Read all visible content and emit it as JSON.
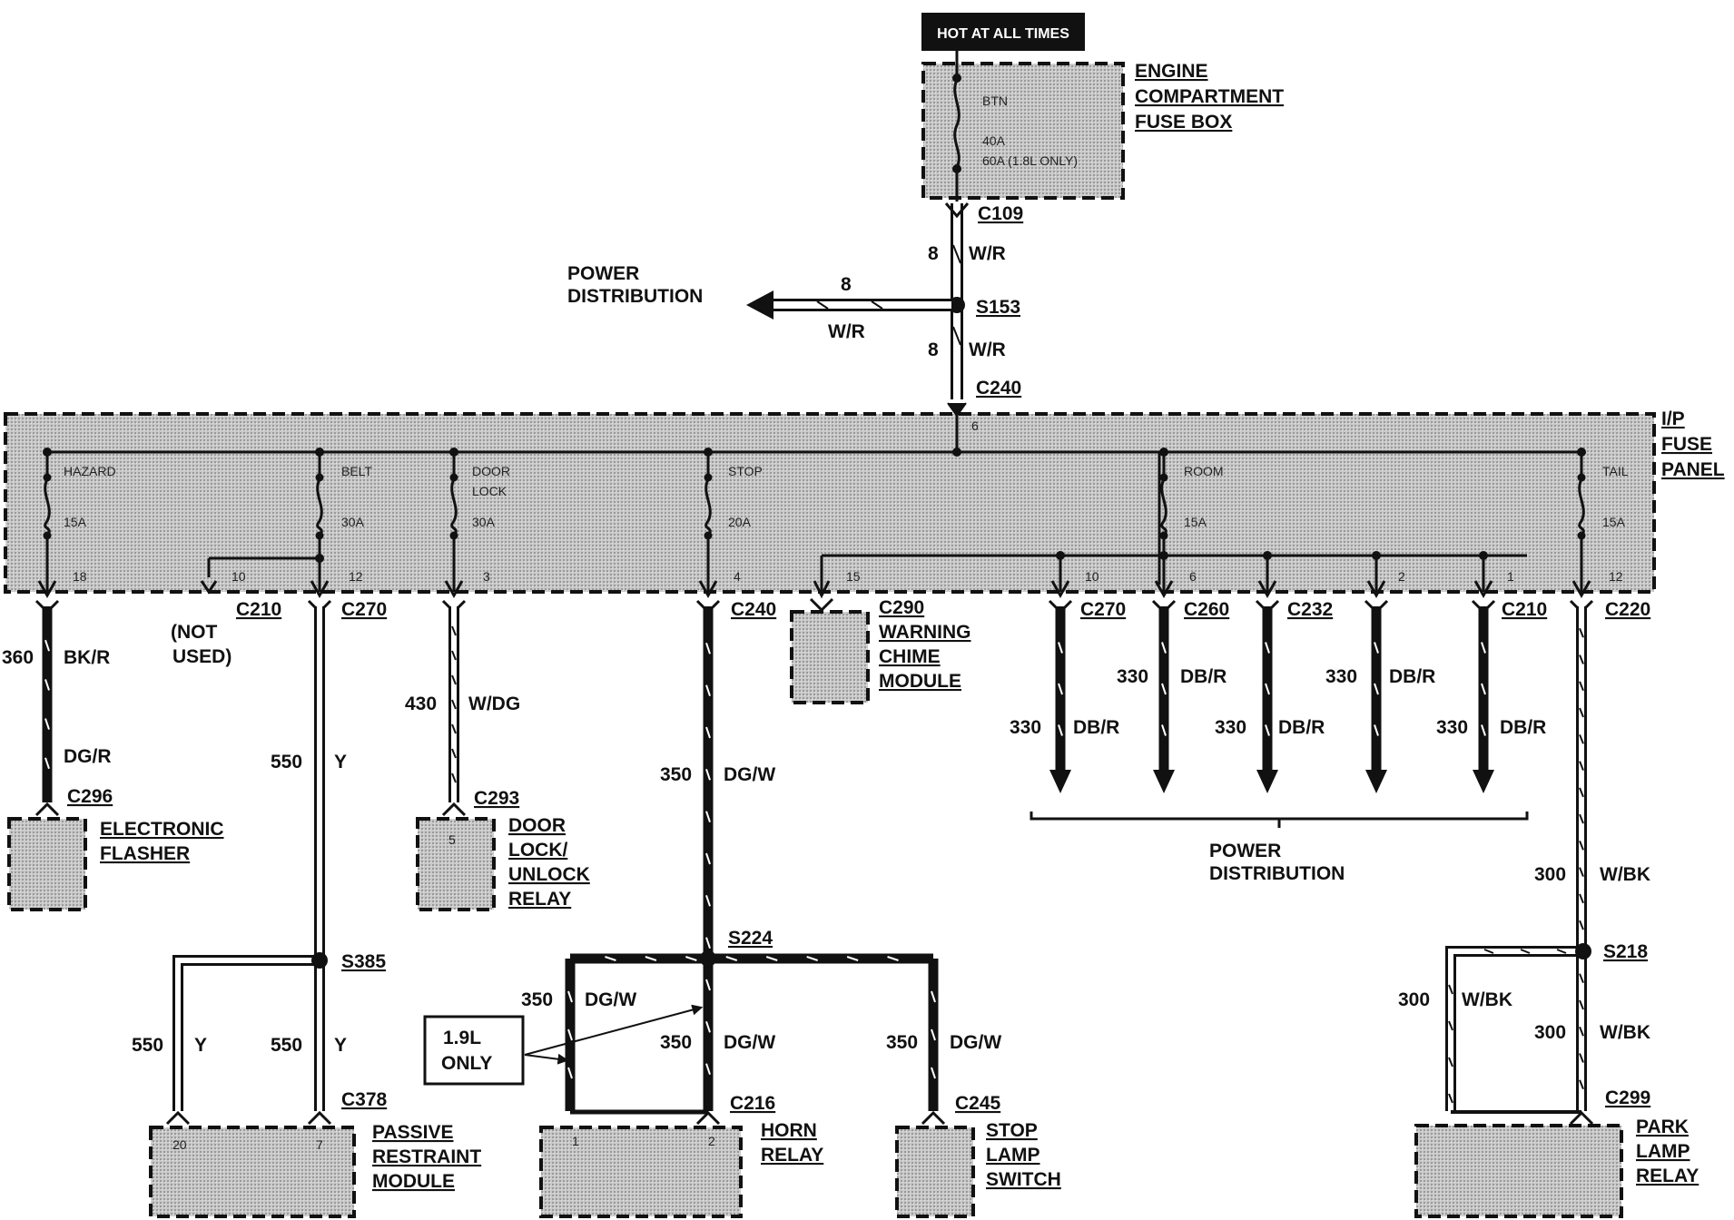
{
  "supply": {
    "hot_label": "HOT AT ALL TIMES",
    "fuse_box": {
      "name": [
        "ENGINE",
        "COMPARTMENT",
        "FUSE BOX"
      ],
      "fuse_name": "BTN",
      "fuse_rating": "40A",
      "fuse_rating_alt": "60A (1.8L ONLY)"
    },
    "c109": "C109",
    "c240_top": "C240",
    "s153": "S153",
    "wire_circuit": "8",
    "wire_color": "W/R",
    "power_dist_left": [
      "POWER",
      "DISTRIBUTION"
    ]
  },
  "ip_panel": {
    "name": [
      "I/P",
      "FUSE",
      "PANEL"
    ],
    "input_pin": "6",
    "fuses": [
      {
        "name": "HAZARD",
        "rating": "15A"
      },
      {
        "name": "BELT",
        "rating": "30A"
      },
      {
        "name": "DOOR",
        "name2": "LOCK",
        "rating": "30A"
      },
      {
        "name": "STOP",
        "rating": "20A"
      },
      {
        "name": "ROOM",
        "rating": "15A"
      },
      {
        "name": "TAIL",
        "rating": "15A"
      }
    ],
    "pins": [
      "18",
      "10",
      "12",
      "3",
      "4",
      "15",
      "10",
      "6",
      "2",
      "1",
      "12"
    ]
  },
  "connectors": {
    "c210_a": "C210",
    "not_used": [
      "(NOT",
      "USED)"
    ],
    "c270_a": "C270",
    "c240_b": "C240",
    "c290": "C290",
    "c270_b": "C270",
    "c260": "C260",
    "c232": "C232",
    "c210_b": "C210",
    "c220": "C220",
    "c296": "C296",
    "c293": "C293",
    "s385": "S385",
    "c378": "C378",
    "s224": "S224",
    "c216": "C216",
    "c245": "C245",
    "s218": "S218",
    "c299": "C299"
  },
  "wires": {
    "w360": {
      "circuit": "360",
      "color": "BK/R",
      "color2": "DG/R"
    },
    "w550": {
      "circuit": "550",
      "color": "Y"
    },
    "w430": {
      "circuit": "430",
      "color": "W/DG"
    },
    "w350": {
      "circuit": "350",
      "color": "DG/W"
    },
    "w330": {
      "circuit": "330",
      "color": "DB/R"
    },
    "w300": {
      "circuit": "300",
      "color": "W/BK"
    }
  },
  "components": {
    "warning_chime": [
      "WARNING",
      "CHIME",
      "MODULE"
    ],
    "electronic_flasher": [
      "ELECTRONIC",
      "FLASHER"
    ],
    "door_lock_relay": [
      "DOOR",
      "LOCK/",
      "UNLOCK",
      "RELAY"
    ],
    "door_lock_pin": "5",
    "passive_restraint": [
      "PASSIVE",
      "RESTRAINT",
      "MODULE"
    ],
    "passive_pins": [
      "20",
      "7"
    ],
    "horn_relay": [
      "HORN",
      "RELAY"
    ],
    "horn_pins": [
      "1",
      "2"
    ],
    "stop_lamp": [
      "STOP",
      "LAMP",
      "SWITCH"
    ],
    "park_lamp": [
      "PARK",
      "LAMP",
      "RELAY"
    ]
  },
  "notes": {
    "power_dist_right": [
      "POWER",
      "DISTRIBUTION"
    ],
    "only_19l": [
      "1.9L",
      "ONLY"
    ]
  }
}
